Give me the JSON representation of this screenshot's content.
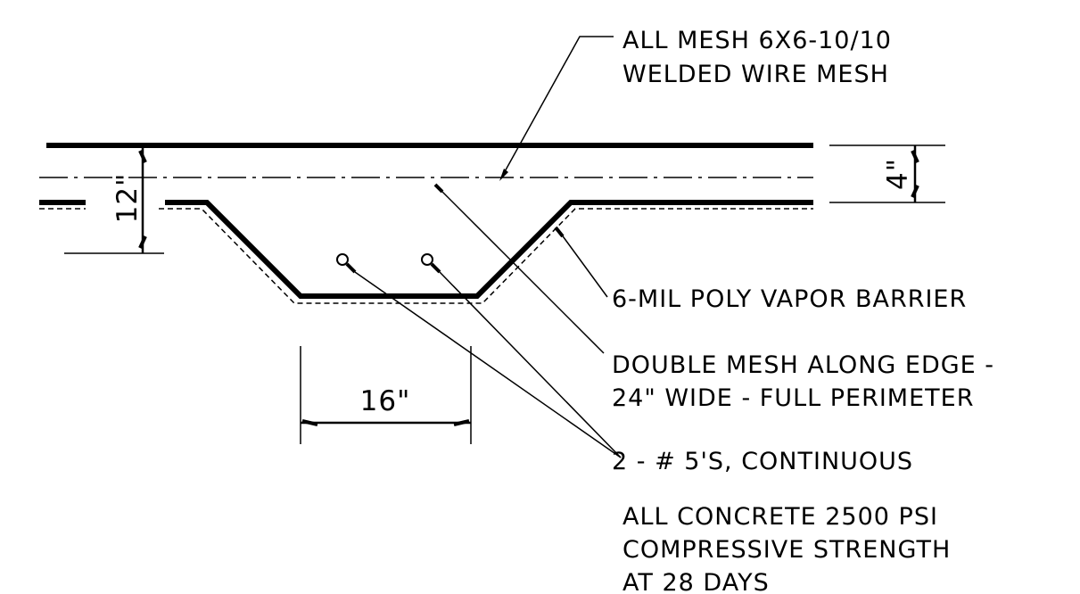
{
  "notes": {
    "mesh_line1": "ALL MESH 6X6-10/10",
    "mesh_line2": "WELDED WIRE MESH",
    "vapor_barrier": "6-MIL POLY VAPOR BARRIER",
    "double_mesh_line1": "DOUBLE MESH ALONG EDGE -",
    "double_mesh_line2": "24\" WIDE - FULL PERIMETER",
    "rebar": "2 - # 5'S, CONTINUOUS",
    "concrete_line1": "ALL CONCRETE 2500 PSI",
    "concrete_line2": "COMPRESSIVE STRENGTH",
    "concrete_line3": "AT 28 DAYS"
  },
  "dimensions": {
    "total_depth": "12\"",
    "slab_thickness": "4\"",
    "footing_width": "16\""
  }
}
